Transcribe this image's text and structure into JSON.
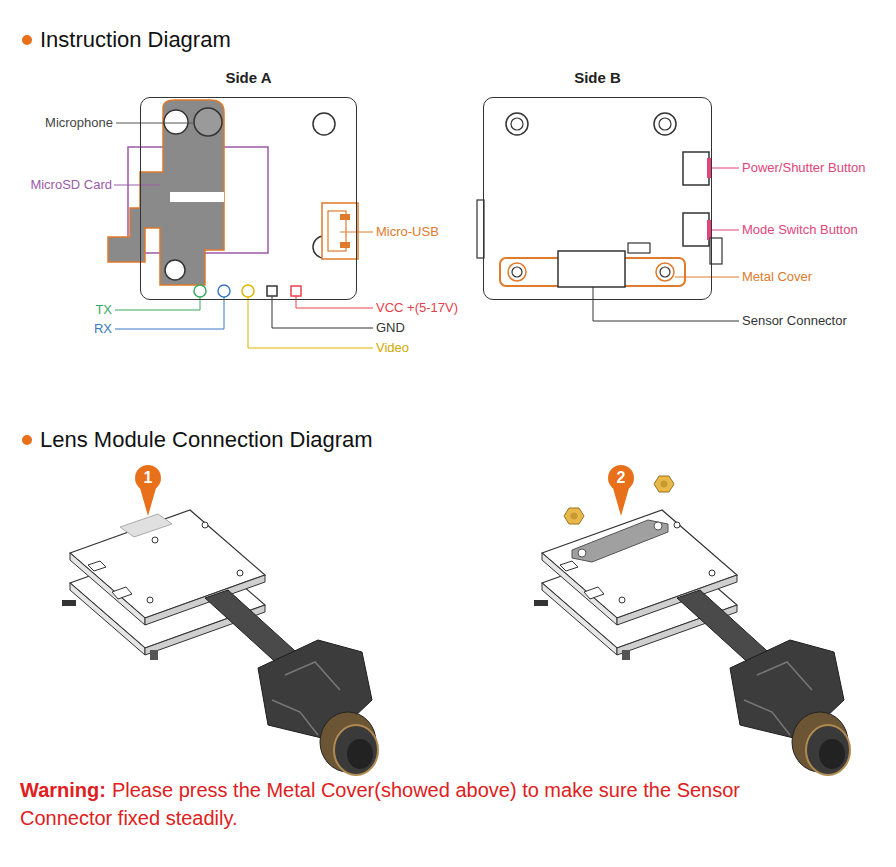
{
  "diagram": {
    "title": "Instruction Diagram",
    "nodes": [
      {
        "text": [
          "Side A"
        ]
      },
      {
        "text": [
          "Side B"
        ]
      },
      {
        "text": [
          "1"
        ]
      },
      {
        "text": [
          "2"
        ]
      }
    ],
    "labels": [
      "Microphone",
      "MicroSD Card",
      "Micro-USB",
      "TX",
      "RX",
      "VCC +(5-17V)",
      "GND",
      "Video",
      "Power/Shutter Button",
      "Mode Switch Button",
      "Metal Cover",
      "Sensor Connector",
      "Lens Module Connection Diagram",
      "Warning:",
      "Please press the Metal Cover(showed above) to make sure the Sensor Connector fixed steadily."
    ]
  }
}
